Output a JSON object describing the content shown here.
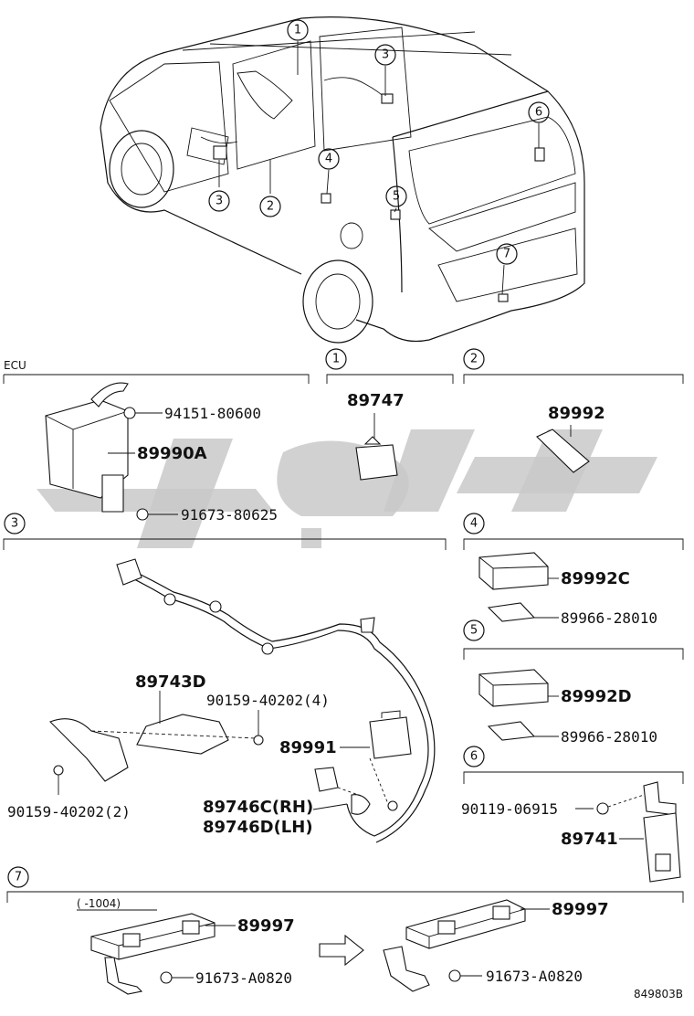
{
  "callouts": {
    "car": [
      "1",
      "3",
      "6",
      "4",
      "5",
      "3",
      "2",
      "7"
    ],
    "sections": [
      "1",
      "2",
      "3",
      "4",
      "5",
      "6",
      "7"
    ]
  },
  "ecu_label": "ECU",
  "parts": {
    "p94151": "94151-80600",
    "p89990A": "89990A",
    "p91673_80625": "91673-80625",
    "p89747": "89747",
    "p89992": "89992",
    "p89992C": "89992C",
    "p89966_a": "89966-28010",
    "p89992D": "89992D",
    "p89966_b": "89966-28010",
    "p89743D": "89743D",
    "p90159_4": "90159-40202(4)",
    "p90159_2": "90159-40202(2)",
    "p89991": "89991",
    "p89746C": "89746C(RH)",
    "p89746D": "89746D(LH)",
    "p90119": "90119-06915",
    "p89741": "89741",
    "p89997_a": "89997",
    "p91673_a": "91673-A0820",
    "p89997_b": "89997",
    "p91673_b": "91673-A0820"
  },
  "date_range": "(     -1004)",
  "figure_code": "849803B"
}
